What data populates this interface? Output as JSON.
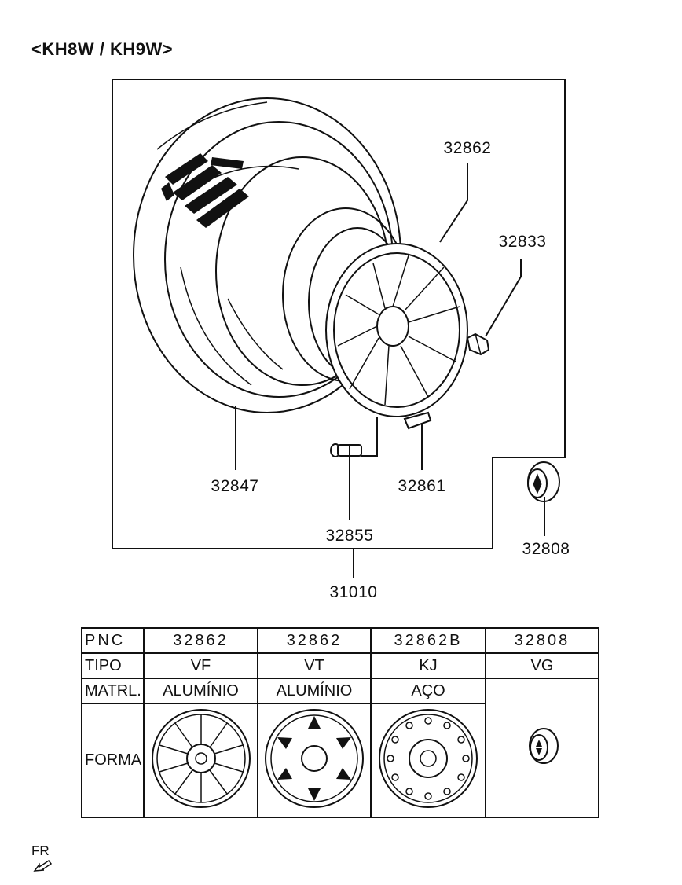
{
  "title": "<KH8W / KH9W>",
  "callouts": {
    "c32862": "32862",
    "c32833": "32833",
    "c32847": "32847",
    "c32861": "32861",
    "c32855": "32855",
    "c32808": "32808",
    "c31010": "31010"
  },
  "table": {
    "headers": {
      "pnc": "PNC",
      "tipo": "TIPO",
      "matrl": "MATRL.",
      "forma": "FORMA"
    },
    "columns": [
      {
        "pnc": "32862",
        "tipo": "VF",
        "matrl": "ALUMÍNIO",
        "forma": "10-spoke-alloy-wheel-icon"
      },
      {
        "pnc": "32862",
        "tipo": "VT",
        "matrl": "ALUMÍNIO",
        "forma": "6-spoke-alloy-wheel-icon"
      },
      {
        "pnc": "32862B",
        "tipo": "KJ",
        "matrl": "AÇO",
        "forma": "steel-wheel-icon"
      },
      {
        "pnc": "32808",
        "tipo": "VG",
        "matrl": "",
        "forma": "center-cap-icon"
      }
    ]
  },
  "footer": {
    "fr": "FR"
  }
}
